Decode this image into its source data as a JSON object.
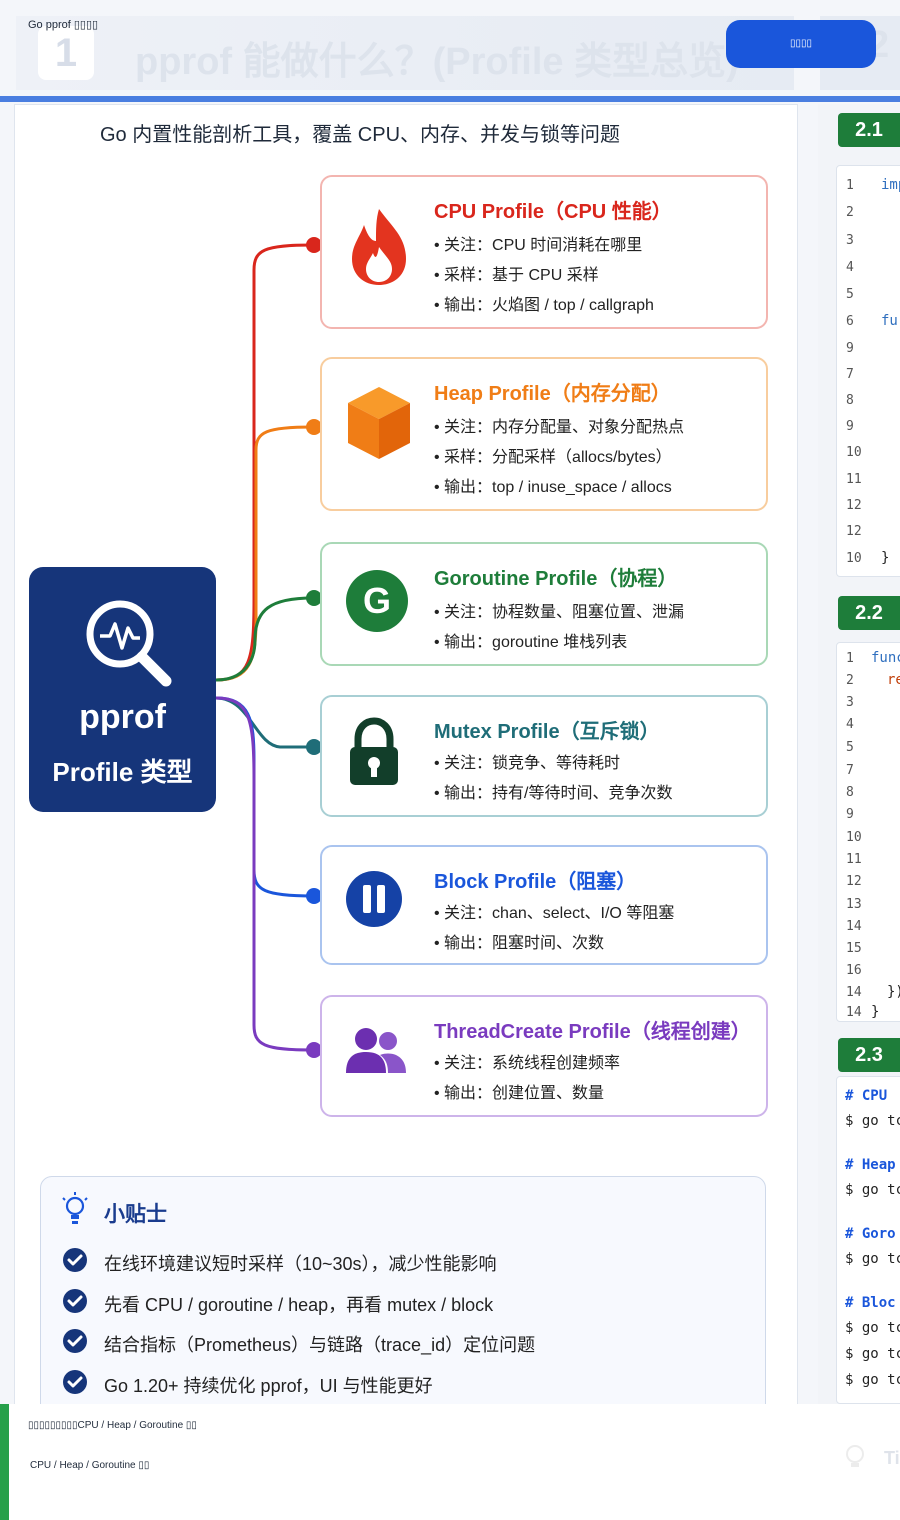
{
  "window": {
    "app_label": "Go pprof ▯▯▯▯"
  },
  "header": {
    "number": "1",
    "title": "pprof 能做什么？(Profile 类型总览)",
    "next_number": "2",
    "action_button_label": "▯▯▯▯"
  },
  "subtitle": "Go 内置性能剖析工具，覆盖 CPU、内存、并发与锁等问题",
  "hub": {
    "name": "pprof",
    "subtitle": "Profile 类型"
  },
  "profiles": [
    {
      "title": "CPU Profile（CPU 性能）",
      "color": "#d9261c",
      "icon": "flame-icon",
      "lines": [
        "• 关注：CPU 时间消耗在哪里",
        "• 采样：基于 CPU 采样",
        "• 输出：火焰图 / top / callgraph"
      ]
    },
    {
      "title": "Heap Profile（内存分配）",
      "color": "#f07d16",
      "icon": "cube-icon",
      "lines": [
        "• 关注：内存分配量、对象分配热点",
        "• 采样：分配采样（allocs/bytes）",
        "• 输出：top / inuse_space / allocs"
      ]
    },
    {
      "title": "Goroutine Profile（协程）",
      "color": "#1e7d3a",
      "icon": "goroutine-g-icon",
      "lines": [
        "• 关注：协程数量、阻塞位置、泄漏",
        "• 输出：goroutine 堆栈列表"
      ]
    },
    {
      "title": "Mutex Profile（互斥锁）",
      "color": "#1f6d78",
      "icon": "lock-icon",
      "lines": [
        "• 关注：锁竞争、等待耗时",
        "• 输出：持有/等待时间、竞争次数"
      ]
    },
    {
      "title": "Block Profile（阻塞）",
      "color": "#1a56db",
      "icon": "pause-icon",
      "lines": [
        "• 关注：chan、select、I/O 等阻塞",
        "• 输出：阻塞时间、次数"
      ]
    },
    {
      "title": "ThreadCreate Profile（线程创建）",
      "color": "#7a3bbf",
      "icon": "users-icon",
      "lines": [
        "• 关注：系统线程创建频率",
        "• 输出：创建位置、数量"
      ]
    }
  ],
  "tips": {
    "title": "小贴士",
    "items": [
      "在线环境建议短时采样（10~30s），减少性能影响",
      "先看 CPU / goroutine / heap，再看 mutex / block",
      "结合指标（Prometheus）与链路（trace_id）定位问题",
      "Go 1.20+ 持续优化 pprof，UI 与性能更好"
    ]
  },
  "right_panel": {
    "sections": [
      "2.1",
      "2.2",
      "2.3"
    ],
    "code1_lines": [
      "1",
      "2",
      "3",
      "4",
      "5",
      "6",
      "9",
      "7",
      "8",
      "9",
      "10",
      "11",
      "12",
      "12",
      "10"
    ],
    "code1_frag_top": "imp",
    "code1_frag_mid": "fu",
    "code1_frag_end": "}",
    "code2_lines": [
      "1",
      "2",
      "3",
      "4",
      "5",
      "7",
      "8",
      "9",
      "10",
      "11",
      "12",
      "13",
      "14",
      "15",
      "16",
      "14",
      "14"
    ],
    "code2_frag_top": "func",
    "code2_frag_next": "re",
    "code2_frag_mid": "})",
    "code2_frag_end": "}",
    "commands": [
      {
        "comment": "# CPU",
        "lines": [
          "$ go tc"
        ]
      },
      {
        "comment": "# Heap",
        "lines": [
          "$ go tc"
        ]
      },
      {
        "comment": "# Goro",
        "lines": [
          "$ go tc"
        ]
      },
      {
        "comment": "# Bloc",
        "lines": [
          "$ go tc",
          "$ go tc",
          "$ go tc"
        ]
      }
    ],
    "faded_label": "Ti"
  },
  "captions": {
    "line1": "▯▯▯▯▯▯▯▯▯CPU / Heap / Goroutine ▯▯",
    "line2": "CPU / Heap / Goroutine ▯▯"
  }
}
